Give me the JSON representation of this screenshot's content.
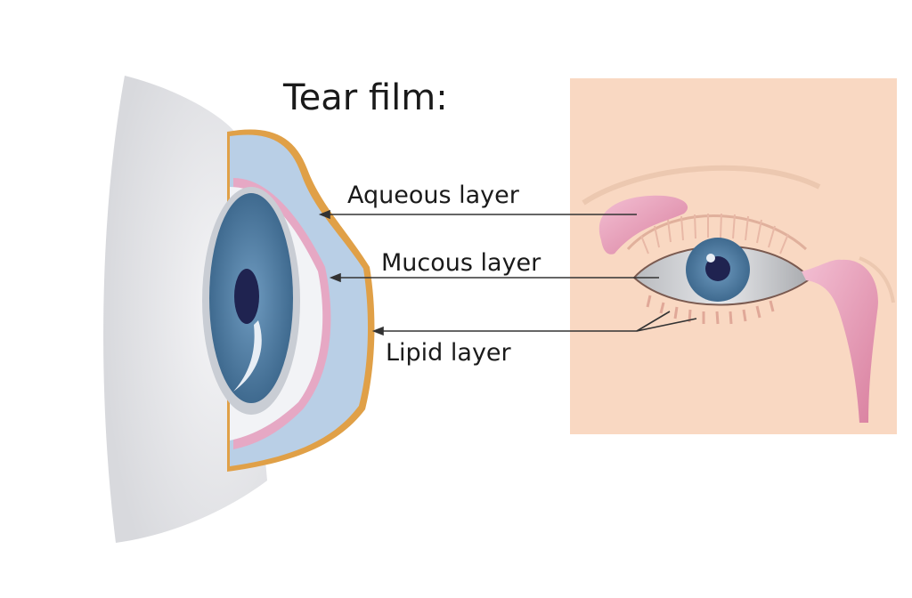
{
  "title": "Tear film:",
  "labels": {
    "aqueous": "Aqueous layer",
    "mucous": "Mucous layer",
    "lipid": "Lipid layer"
  },
  "colors": {
    "panel": "#f9d8c2",
    "iris": "#5f8db0",
    "pupil": "#1f2350",
    "aqueous": "#b9cfe6",
    "lipid": "#e0a047",
    "mucous": "#e6a8c4",
    "gland": "#e8a0bd"
  }
}
